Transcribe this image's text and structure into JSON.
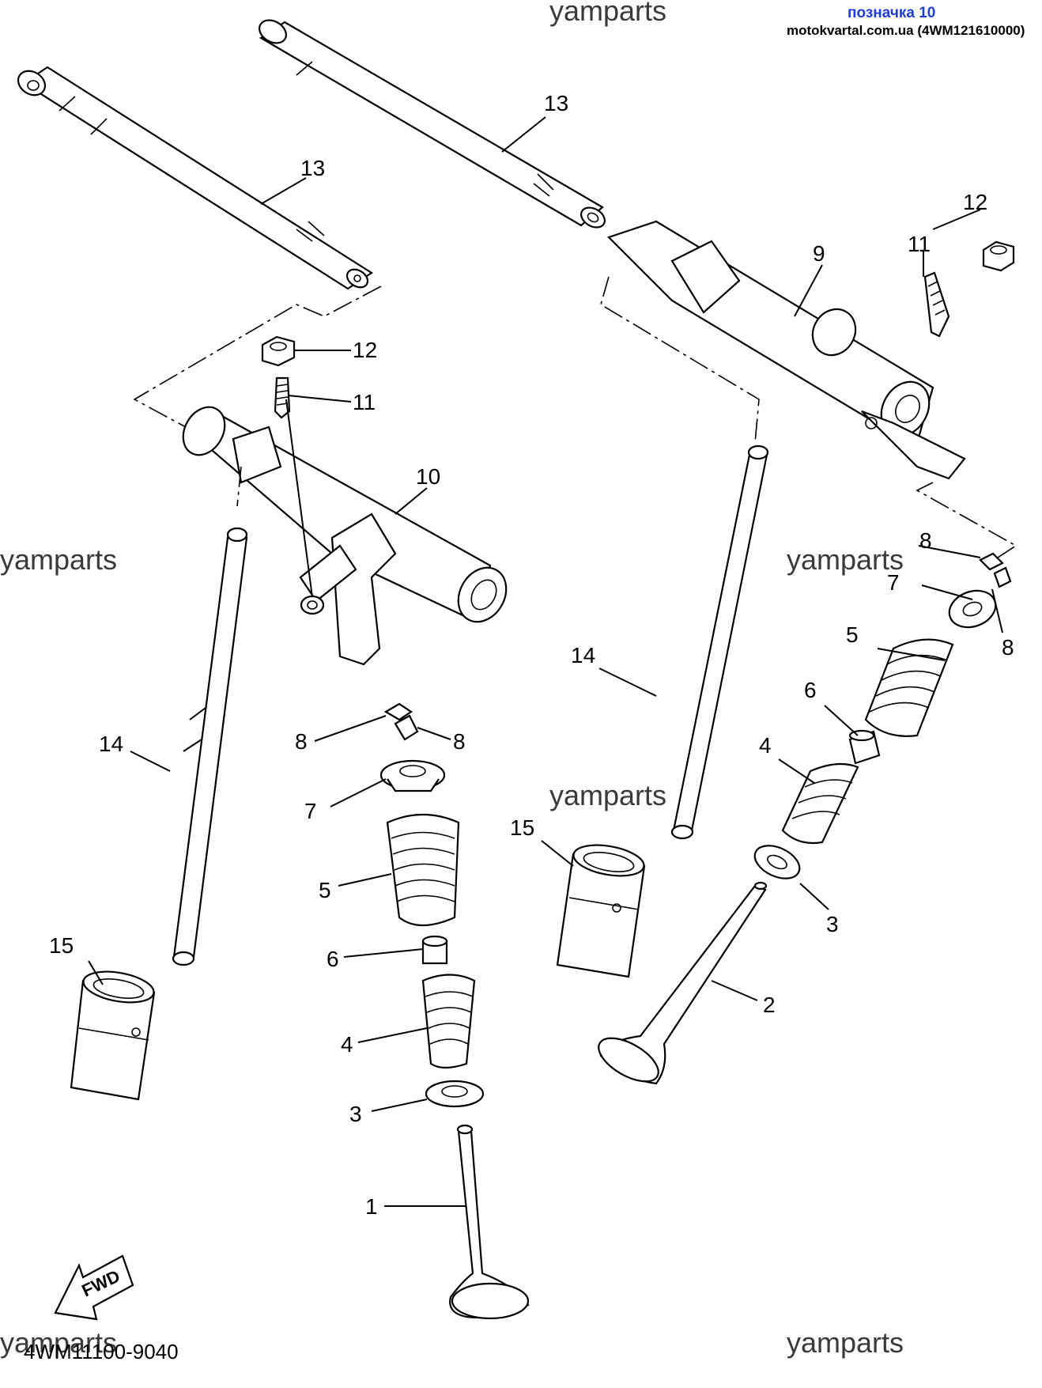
{
  "header": {
    "title": "позначка 10",
    "source": "motokvartal.com.ua (4WM121610000)"
  },
  "watermark": "yamparts",
  "diagram_code": "4WM11100-9040",
  "fwd_label": "FWD",
  "callouts": {
    "c1": "1",
    "c2": "2",
    "c3a": "3",
    "c3b": "3",
    "c4a": "4",
    "c4b": "4",
    "c5a": "5",
    "c5b": "5",
    "c6a": "6",
    "c6b": "6",
    "c7a": "7",
    "c7b": "7",
    "c8a": "8",
    "c8b": "8",
    "c8c": "8",
    "c8d": "8",
    "c9": "9",
    "c10": "10",
    "c11a": "11",
    "c11b": "11",
    "c12a": "12",
    "c12b": "12",
    "c13a": "13",
    "c13b": "13",
    "c14a": "14",
    "c14b": "14",
    "c15a": "15",
    "c15b": "15"
  }
}
